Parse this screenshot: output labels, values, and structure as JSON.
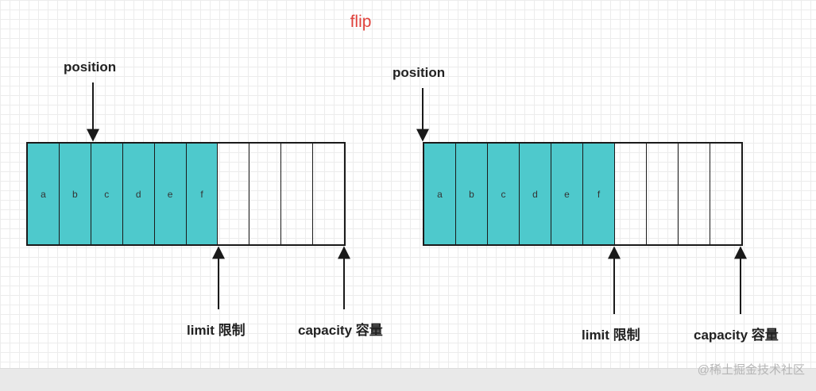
{
  "title": "flip",
  "left": {
    "cells": [
      "a",
      "b",
      "c",
      "d",
      "e",
      "f",
      "",
      "",
      "",
      ""
    ],
    "filled_count": 6,
    "position_label": "position",
    "limit_label": "limit 限制",
    "capacity_label": "capacity 容量"
  },
  "right": {
    "cells": [
      "a",
      "b",
      "c",
      "d",
      "e",
      "f",
      "",
      "",
      "",
      ""
    ],
    "filled_count": 6,
    "position_label": "position",
    "limit_label": "limit 限制",
    "capacity_label": "capacity 容量"
  },
  "colors": {
    "filled": "#4ec9cc",
    "title": "#e0423c",
    "stroke": "#1a1a1a"
  },
  "watermark": "@稀土掘金技术社区"
}
